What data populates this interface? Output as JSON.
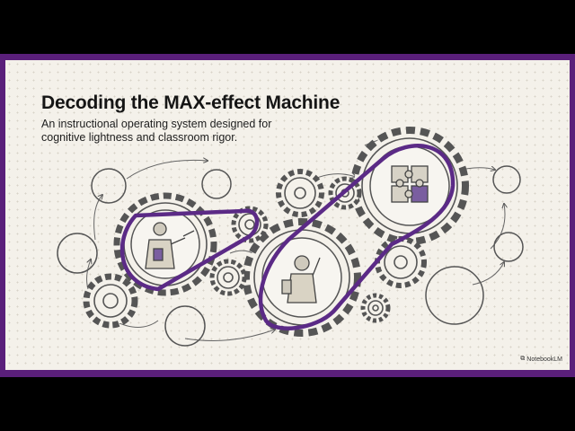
{
  "slide": {
    "title": "Decoding the MAX-effect Machine",
    "subtitle": "An instructional operating system designed for cognitive lightness and classroom rigor."
  },
  "branding": {
    "label": "NotebookLM",
    "icon": "notebooklm-logo-icon"
  },
  "colors": {
    "frame": "#5a1f7a",
    "belt": "#5b2a86",
    "slide_background": "#f4f1ea",
    "sketch": "#555555"
  },
  "illustration": {
    "icons": [
      "teacher-icon",
      "student-icon",
      "puzzle-icon",
      "gear-icon"
    ]
  }
}
